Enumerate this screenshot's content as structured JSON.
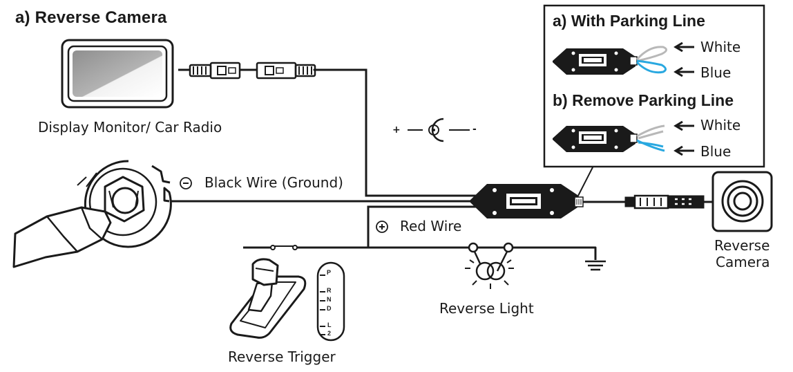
{
  "diagram": {
    "title": "a) Reverse Camera",
    "inset": {
      "title_a": "a) With Parking Line",
      "title_b": "b) Remove Parking Line",
      "wire_white": "White",
      "wire_blue": "Blue"
    },
    "components": {
      "monitor": "Display Monitor/ Car Radio",
      "black_wire": "Black Wire (Ground)",
      "red_wire": "Red Wire",
      "reverse_light": "Reverse Light",
      "reverse_trigger": "Reverse Trigger",
      "camera_line1": "Reverse",
      "camera_line2": "Camera"
    },
    "polarity": {
      "plus": "+",
      "minus": "-"
    },
    "gear_positions": [
      "P",
      "R",
      "N",
      "D",
      "L",
      "2"
    ],
    "colors": {
      "ink": "#1a1a1a",
      "wire_white": "#b8b8b8",
      "wire_blue": "#29a8e0",
      "screen_grey": "#9a9a9a"
    }
  }
}
